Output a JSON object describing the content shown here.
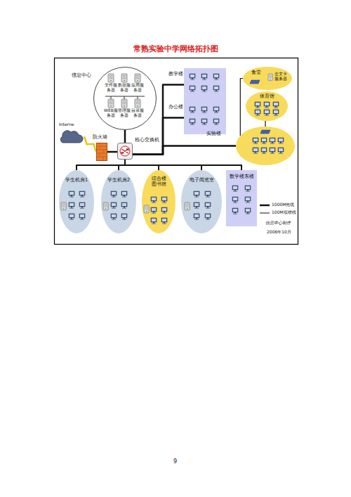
{
  "diagram": {
    "title": "常熟实验中学网络拓扑图",
    "nodes": [
      {
        "text": [
          "信息中心"
        ]
      },
      {
        "text": [
          "文件服务器"
        ],
        "in": 0
      },
      {
        "text": [
          "数据服务器"
        ],
        "in": 0
      },
      {
        "text": [
          "应用服务器"
        ],
        "in": 0
      },
      {
        "text": [
          "WEB服务器"
        ],
        "in": 0
      },
      {
        "text": [
          "管理服务器"
        ],
        "in": 0
      },
      {
        "text": [
          "目录服务器"
        ],
        "in": 0
      },
      {
        "text": [
          "Interne"
        ]
      },
      {
        "text": [
          "防火墙"
        ]
      },
      {
        "text": [
          "核心交换机"
        ]
      },
      {
        "text": [
          "教学楼"
        ]
      },
      {
        "text": [
          "办公楼"
        ]
      },
      {
        "text": [
          "食堂"
        ]
      },
      {
        "text": [
          "全文卡服务器"
        ],
        "in": 12
      },
      {
        "text": [
          "体育馆"
        ]
      },
      {
        "text": [
          "实验楼"
        ]
      },
      {
        "text": [
          "学生机房1"
        ]
      },
      {
        "text": [
          "学生机房2"
        ]
      },
      {
        "text": [
          "综合楼 图书馆"
        ]
      },
      {
        "text": [
          "电子阅览室"
        ]
      },
      {
        "text": [
          "数学楼东楼"
        ]
      }
    ],
    "edges": [
      {
        "from": 7,
        "to": 8,
        "arrow": "none"
      },
      {
        "from": 8,
        "to": 9,
        "arrow": "none"
      },
      {
        "from": 9,
        "to": 0,
        "arrow": "none"
      },
      {
        "from": 9,
        "to": 10,
        "arrow": "none"
      },
      {
        "from": 9,
        "to": 11,
        "arrow": "none"
      },
      {
        "from": 9,
        "to": 15,
        "arrow": "none"
      },
      {
        "from": 15,
        "to": 12,
        "arrow": "none"
      },
      {
        "from": 15,
        "to": 14,
        "arrow": "none"
      },
      {
        "from": 9,
        "to": 16,
        "arrow": "none"
      },
      {
        "from": 9,
        "to": 17,
        "arrow": "none"
      },
      {
        "from": 9,
        "to": 18,
        "arrow": "none"
      },
      {
        "from": 9,
        "to": 19,
        "arrow": "none"
      },
      {
        "from": 9,
        "to": 20,
        "arrow": "none"
      }
    ],
    "labels": [
      "信息中心制作",
      "2006年10月",
      "9"
    ],
    "legend": [
      {
        "text": "1000M光缆"
      },
      {
        "text": "100M双绞线"
      }
    ]
  }
}
